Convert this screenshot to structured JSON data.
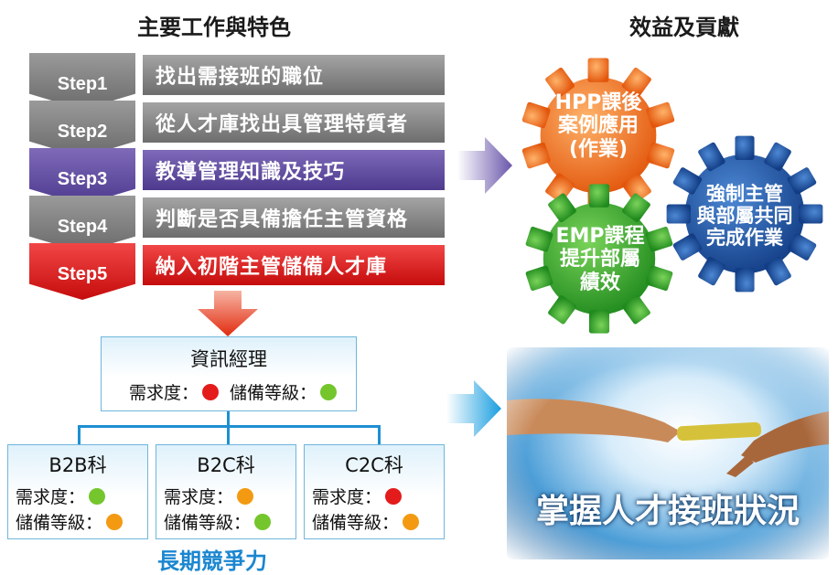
{
  "headers": {
    "left": "主要工作與特色",
    "right": "效益及貢獻"
  },
  "steps": [
    {
      "label": "Step1",
      "text": "找出需接班的職位",
      "style": "gray"
    },
    {
      "label": "Step2",
      "text": "從人才庫找出具管理特質者",
      "style": "gray"
    },
    {
      "label": "Step3",
      "text": "教導管理知識及技巧",
      "style": "purple"
    },
    {
      "label": "Step4",
      "text": "判斷是否具備擔任主管資格",
      "style": "gray"
    },
    {
      "label": "Step5",
      "text": "納入初階主管儲備人才庫",
      "style": "red"
    }
  ],
  "org": {
    "top": {
      "title": "資訊經理",
      "demand_label": "需求度：",
      "demand_color": "red",
      "reserve_label": "儲備等級：",
      "reserve_color": "green"
    },
    "children": [
      {
        "title": "B2B科",
        "demand_label": "需求度：",
        "demand_color": "green",
        "reserve_label": "儲備等級：",
        "reserve_color": "orange"
      },
      {
        "title": "B2C科",
        "demand_label": "需求度：",
        "demand_color": "orange",
        "reserve_label": "儲備等級：",
        "reserve_color": "green"
      },
      {
        "title": "C2C科",
        "demand_label": "需求度：",
        "demand_color": "red",
        "reserve_label": "儲備等級：",
        "reserve_color": "orange"
      }
    ],
    "footer": "長期競爭力"
  },
  "gears": {
    "orange": {
      "line1": "HPP課後",
      "line2": "案例應用",
      "line3": "(作業)",
      "color": "#f0741e"
    },
    "green": {
      "line1": "EMP課程",
      "line2": "提升部屬",
      "line3": "績效",
      "color": "#3fae32"
    },
    "blue": {
      "line1": "強制主管",
      "line2": "與部屬共同",
      "line3": "完成作業",
      "color": "#1e56a6"
    }
  },
  "photo": {
    "caption": "掌握人才接班狀況"
  },
  "colors": {
    "red": "#e41b1b",
    "green": "#74c62c",
    "orange": "#f39a12",
    "connector": "#1e8fd2"
  }
}
